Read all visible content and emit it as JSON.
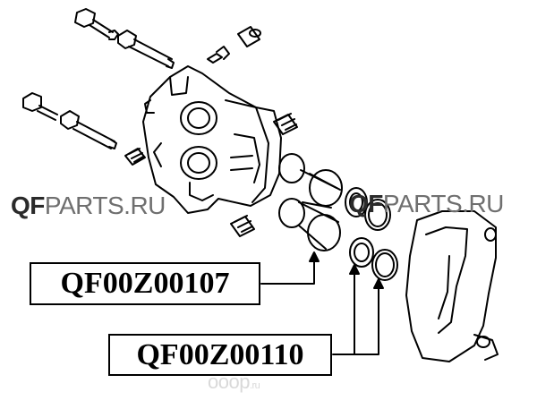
{
  "watermark": {
    "brand": "QF",
    "rest": "PARTS.RU",
    "bottom_main": "ooop",
    "bottom_suffix": ".ru"
  },
  "part_numbers": [
    {
      "label": "QF00Z00107"
    },
    {
      "label": "QF00Z00110"
    }
  ]
}
